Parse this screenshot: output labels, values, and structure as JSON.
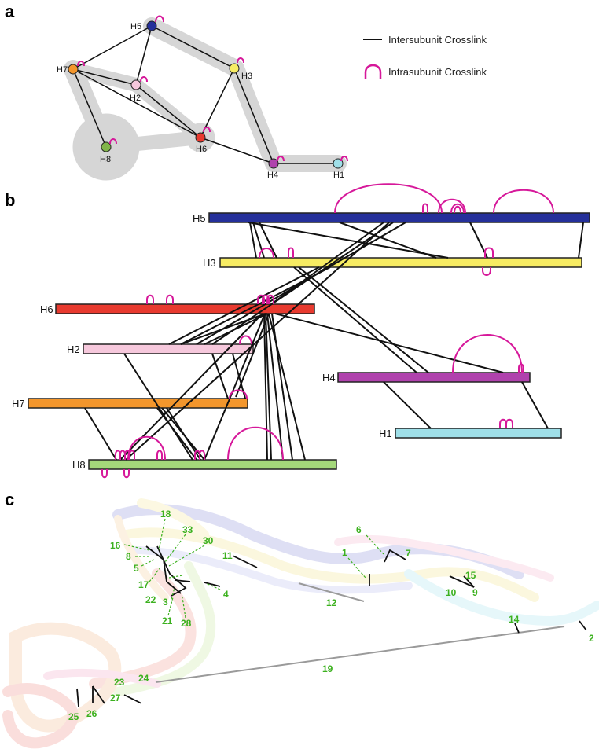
{
  "panels": {
    "a": "a",
    "b": "b",
    "c": "c"
  },
  "legend": {
    "inter": "Intersubunit Crosslink",
    "intra": "Intrasubunit Crosslink"
  },
  "colors": {
    "crosslink_intra": "#d6189a",
    "H1": "#9fdfe8",
    "H2": "#f6c8dc",
    "H3": "#f7ec63",
    "H4": "#b042ad",
    "H5": "#25309a",
    "H6": "#e83a2f",
    "H7": "#f3962c",
    "H8": "#a4d87a",
    "label_green": "#3cb11f"
  },
  "network": {
    "nodes": [
      "H5",
      "H7",
      "H2",
      "H3",
      "H6",
      "H8",
      "H4",
      "H1"
    ]
  },
  "bars": [
    "H5",
    "H3",
    "H6",
    "H2",
    "H4",
    "H7",
    "H1",
    "H8"
  ],
  "structure_labels": [
    "18",
    "33",
    "30",
    "16",
    "8",
    "5",
    "17",
    "22",
    "3",
    "21",
    "28",
    "4",
    "11",
    "12",
    "1",
    "6",
    "7",
    "15",
    "10",
    "9",
    "14",
    "2",
    "19",
    "23",
    "24",
    "27",
    "26",
    "25"
  ]
}
